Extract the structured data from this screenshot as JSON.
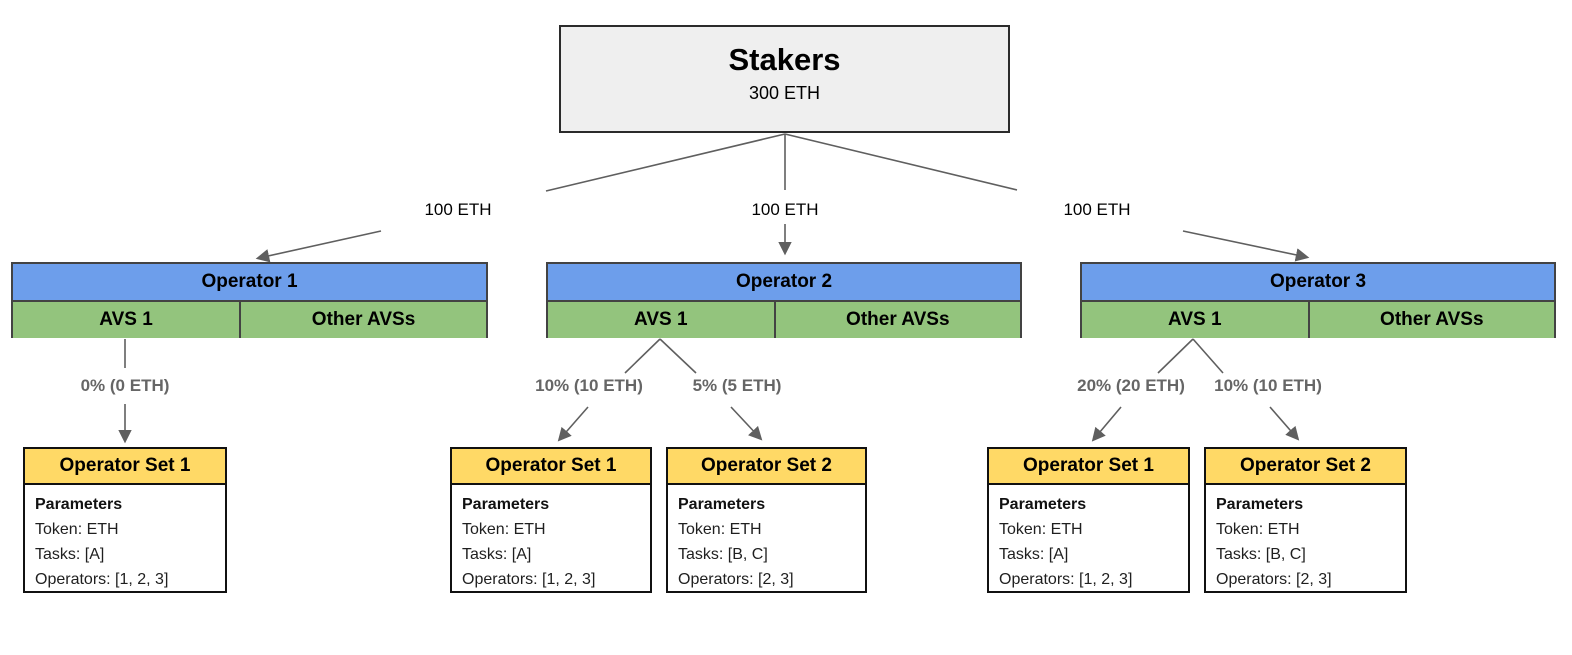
{
  "colors": {
    "operator_header_blue": "#6d9eeb",
    "avs_row_green": "#93c47d",
    "operator_set_yellow": "#ffd966",
    "stakers_box_gray": "#efefef",
    "connector_gray": "#5f5f5f",
    "allocation_label_gray": "#666666"
  },
  "stakers": {
    "title": "Stakers",
    "amount": "300 ETH"
  },
  "stake_labels": [
    "100 ETH",
    "100 ETH",
    "100 ETH"
  ],
  "operators": [
    {
      "name": "Operator 1",
      "avs_label": "AVS 1",
      "other_avs_label": "Other AVSs",
      "allocations": [
        "0% (0 ETH)"
      ],
      "operator_sets": [
        {
          "title": "Operator Set 1",
          "params_heading": "Parameters",
          "token": "Token: ETH",
          "tasks": "Tasks: [A]",
          "operators_line": "Operators: [1, 2, 3]"
        }
      ]
    },
    {
      "name": "Operator 2",
      "avs_label": "AVS 1",
      "other_avs_label": "Other AVSs",
      "allocations": [
        "10% (10 ETH)",
        "5% (5 ETH)"
      ],
      "operator_sets": [
        {
          "title": "Operator Set 1",
          "params_heading": "Parameters",
          "token": "Token: ETH",
          "tasks": "Tasks: [A]",
          "operators_line": "Operators: [1, 2, 3]"
        },
        {
          "title": "Operator Set 2",
          "params_heading": "Parameters",
          "token": "Token: ETH",
          "tasks": "Tasks: [B, C]",
          "operators_line": "Operators: [2, 3]"
        }
      ]
    },
    {
      "name": "Operator 3",
      "avs_label": "AVS 1",
      "other_avs_label": "Other AVSs",
      "allocations": [
        "20% (20 ETH)",
        "10% (10 ETH)"
      ],
      "operator_sets": [
        {
          "title": "Operator Set 1",
          "params_heading": "Parameters",
          "token": "Token: ETH",
          "tasks": "Tasks: [A]",
          "operators_line": "Operators: [1, 2, 3]"
        },
        {
          "title": "Operator Set 2",
          "params_heading": "Parameters",
          "token": "Token: ETH",
          "tasks": "Tasks: [B, C]",
          "operators_line": "Operators: [2, 3]"
        }
      ]
    }
  ]
}
